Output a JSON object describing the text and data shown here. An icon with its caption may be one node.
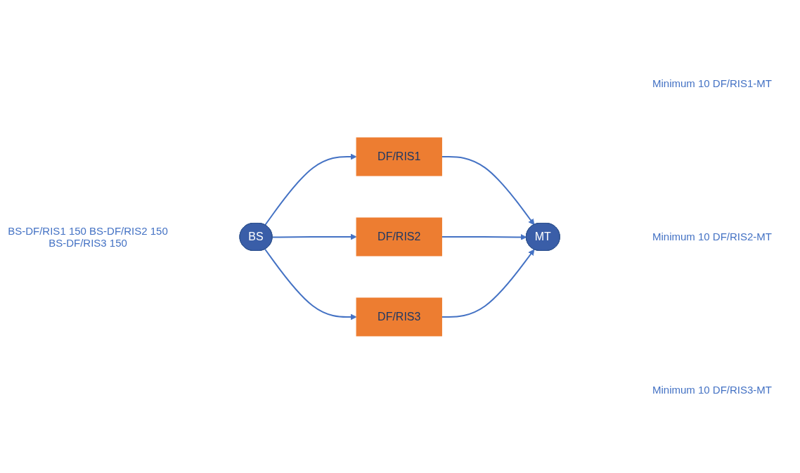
{
  "diagram": {
    "nodes": [
      {
        "text": [
          "BS"
        ]
      },
      {
        "text": [
          "DF/RIS1"
        ]
      },
      {
        "text": [
          "DF/RIS2"
        ]
      },
      {
        "text": [
          "DF/RIS3"
        ]
      },
      {
        "text": [
          "MT"
        ]
      }
    ],
    "edges": [
      {
        "from": 0,
        "to": 1,
        "arrow": "to"
      },
      {
        "from": 0,
        "to": 2,
        "arrow": "to"
      },
      {
        "from": 0,
        "to": 3,
        "arrow": "to"
      },
      {
        "from": 1,
        "to": 4,
        "arrow": "to"
      },
      {
        "from": 2,
        "to": 4,
        "arrow": "to"
      },
      {
        "from": 3,
        "to": 4,
        "arrow": "to"
      }
    ],
    "labels": [
      "BS-DF/RIS1 150 BS-DF/RIS2 150 BS-DF/RIS3 150",
      "Minimum 10 DF/RIS1-MT",
      "Minimum 10 DF/RIS2-MT",
      "Minimum 10 DF/RIS3-MT"
    ]
  }
}
